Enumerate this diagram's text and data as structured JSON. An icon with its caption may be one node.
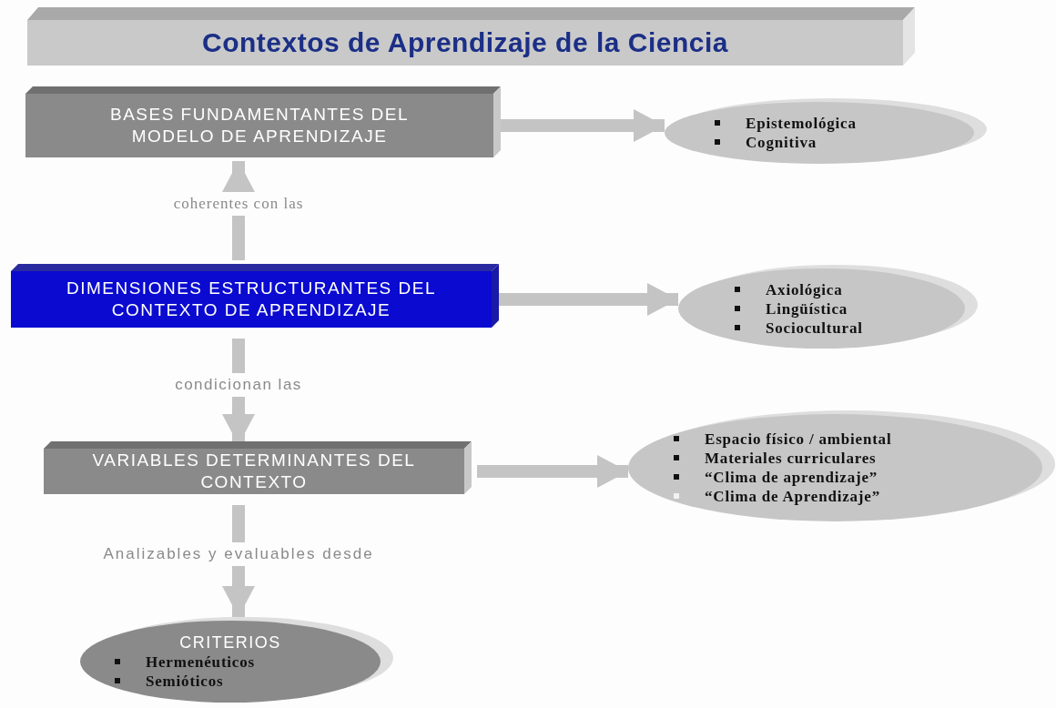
{
  "diagram": {
    "title": "Contextos de Aprendizaje de la Ciencia",
    "nodes": [
      {
        "text": [
          "BASES FUNDAMENTANTES DEL MODELO DE APRENDIZAJE"
        ]
      },
      {
        "text": [
          "Epistemológica",
          "Cognitiva"
        ]
      },
      {
        "text": [
          "DIMENSIONES ESTRUCTURANTES DEL CONTEXTO DE APRENDIZAJE"
        ]
      },
      {
        "text": [
          "Axiológica",
          "Lingüística",
          "Sociocultural"
        ]
      },
      {
        "text": [
          "VARIABLES DETERMINANTES DEL CONTEXTO"
        ]
      },
      {
        "text": [
          "Espacio físico / ambiental",
          "Materiales curriculares",
          "“Clima de aprendizaje”",
          "“Clima de Aprendizaje”"
        ]
      },
      {
        "text": [
          "CRITERIOS",
          "Hermenéuticos",
          "Semióticos"
        ]
      }
    ],
    "edges": [
      {
        "from": 0,
        "to": 1,
        "arrow": "to"
      },
      {
        "from": 2,
        "to": 0,
        "arrow": "to",
        "label": "coherentes con las"
      },
      {
        "from": 2,
        "to": 3,
        "arrow": "to"
      },
      {
        "from": 2,
        "to": 4,
        "arrow": "to",
        "label": "condicionan las"
      },
      {
        "from": 4,
        "to": 5,
        "arrow": "to"
      },
      {
        "from": 4,
        "to": 6,
        "arrow": "to",
        "label": "Analizables y evaluables desde"
      }
    ]
  }
}
